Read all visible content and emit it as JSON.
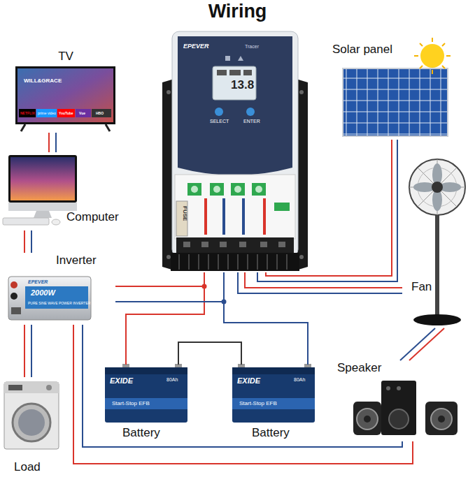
{
  "diagram": {
    "title": "Wiring",
    "nodes": [
      {
        "text": [
          "EPEVER",
          "Tracer",
          "13.8",
          "SELECT",
          "ENTER"
        ]
      },
      {
        "text": [
          "TV"
        ]
      },
      {
        "text": [
          "Computer"
        ]
      },
      {
        "text": [
          "Inverter",
          "2000W"
        ]
      },
      {
        "text": [
          "Solar panel"
        ]
      },
      {
        "text": [
          "Fan"
        ]
      },
      {
        "text": [
          "Battery",
          "EXIDE"
        ]
      },
      {
        "text": [
          "Battery",
          "EXIDE"
        ]
      },
      {
        "text": [
          "Speaker"
        ]
      },
      {
        "text": [
          "Load"
        ]
      }
    ],
    "edges": [
      {
        "from": 1,
        "to": 2,
        "arrow": "none"
      },
      {
        "from": 2,
        "to": 3,
        "arrow": "none"
      },
      {
        "from": 3,
        "to": 9,
        "arrow": "none"
      },
      {
        "from": 0,
        "to": 4,
        "arrow": "none"
      },
      {
        "from": 0,
        "to": 6,
        "arrow": "none"
      },
      {
        "from": 0,
        "to": 7,
        "arrow": "none"
      },
      {
        "from": 6,
        "to": 7,
        "arrow": "none"
      },
      {
        "from": 0,
        "to": 5,
        "arrow": "none"
      },
      {
        "from": 5,
        "to": 8,
        "arrow": "none"
      },
      {
        "from": 3,
        "to": 8,
        "arrow": "none"
      },
      {
        "from": 3,
        "to": 0,
        "arrow": "none"
      }
    ],
    "labels": [
      "FUSE",
      "WILL&GRACE",
      "NETFLIX",
      "prime video",
      "YouTube",
      "Vue",
      "HBO",
      "EPEVER",
      "PURE SINE WAVE POWER INVERTER",
      "Start-Stop EFB",
      "Start-Stop EFB",
      "80Ah",
      "80Ah"
    ]
  }
}
